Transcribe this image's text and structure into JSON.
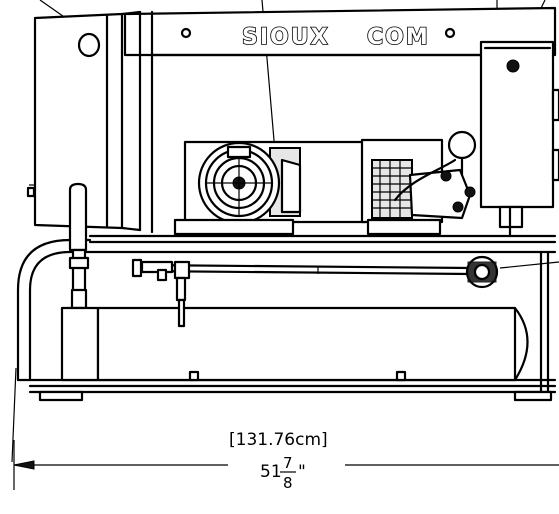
{
  "brand": {
    "left": "SIOUX",
    "right": "COM"
  },
  "dimension": {
    "metric": "[131.76cm]",
    "imperial_whole": "51",
    "imperial_numerator": "7",
    "imperial_denominator": "8",
    "imperial_unit": "\""
  }
}
